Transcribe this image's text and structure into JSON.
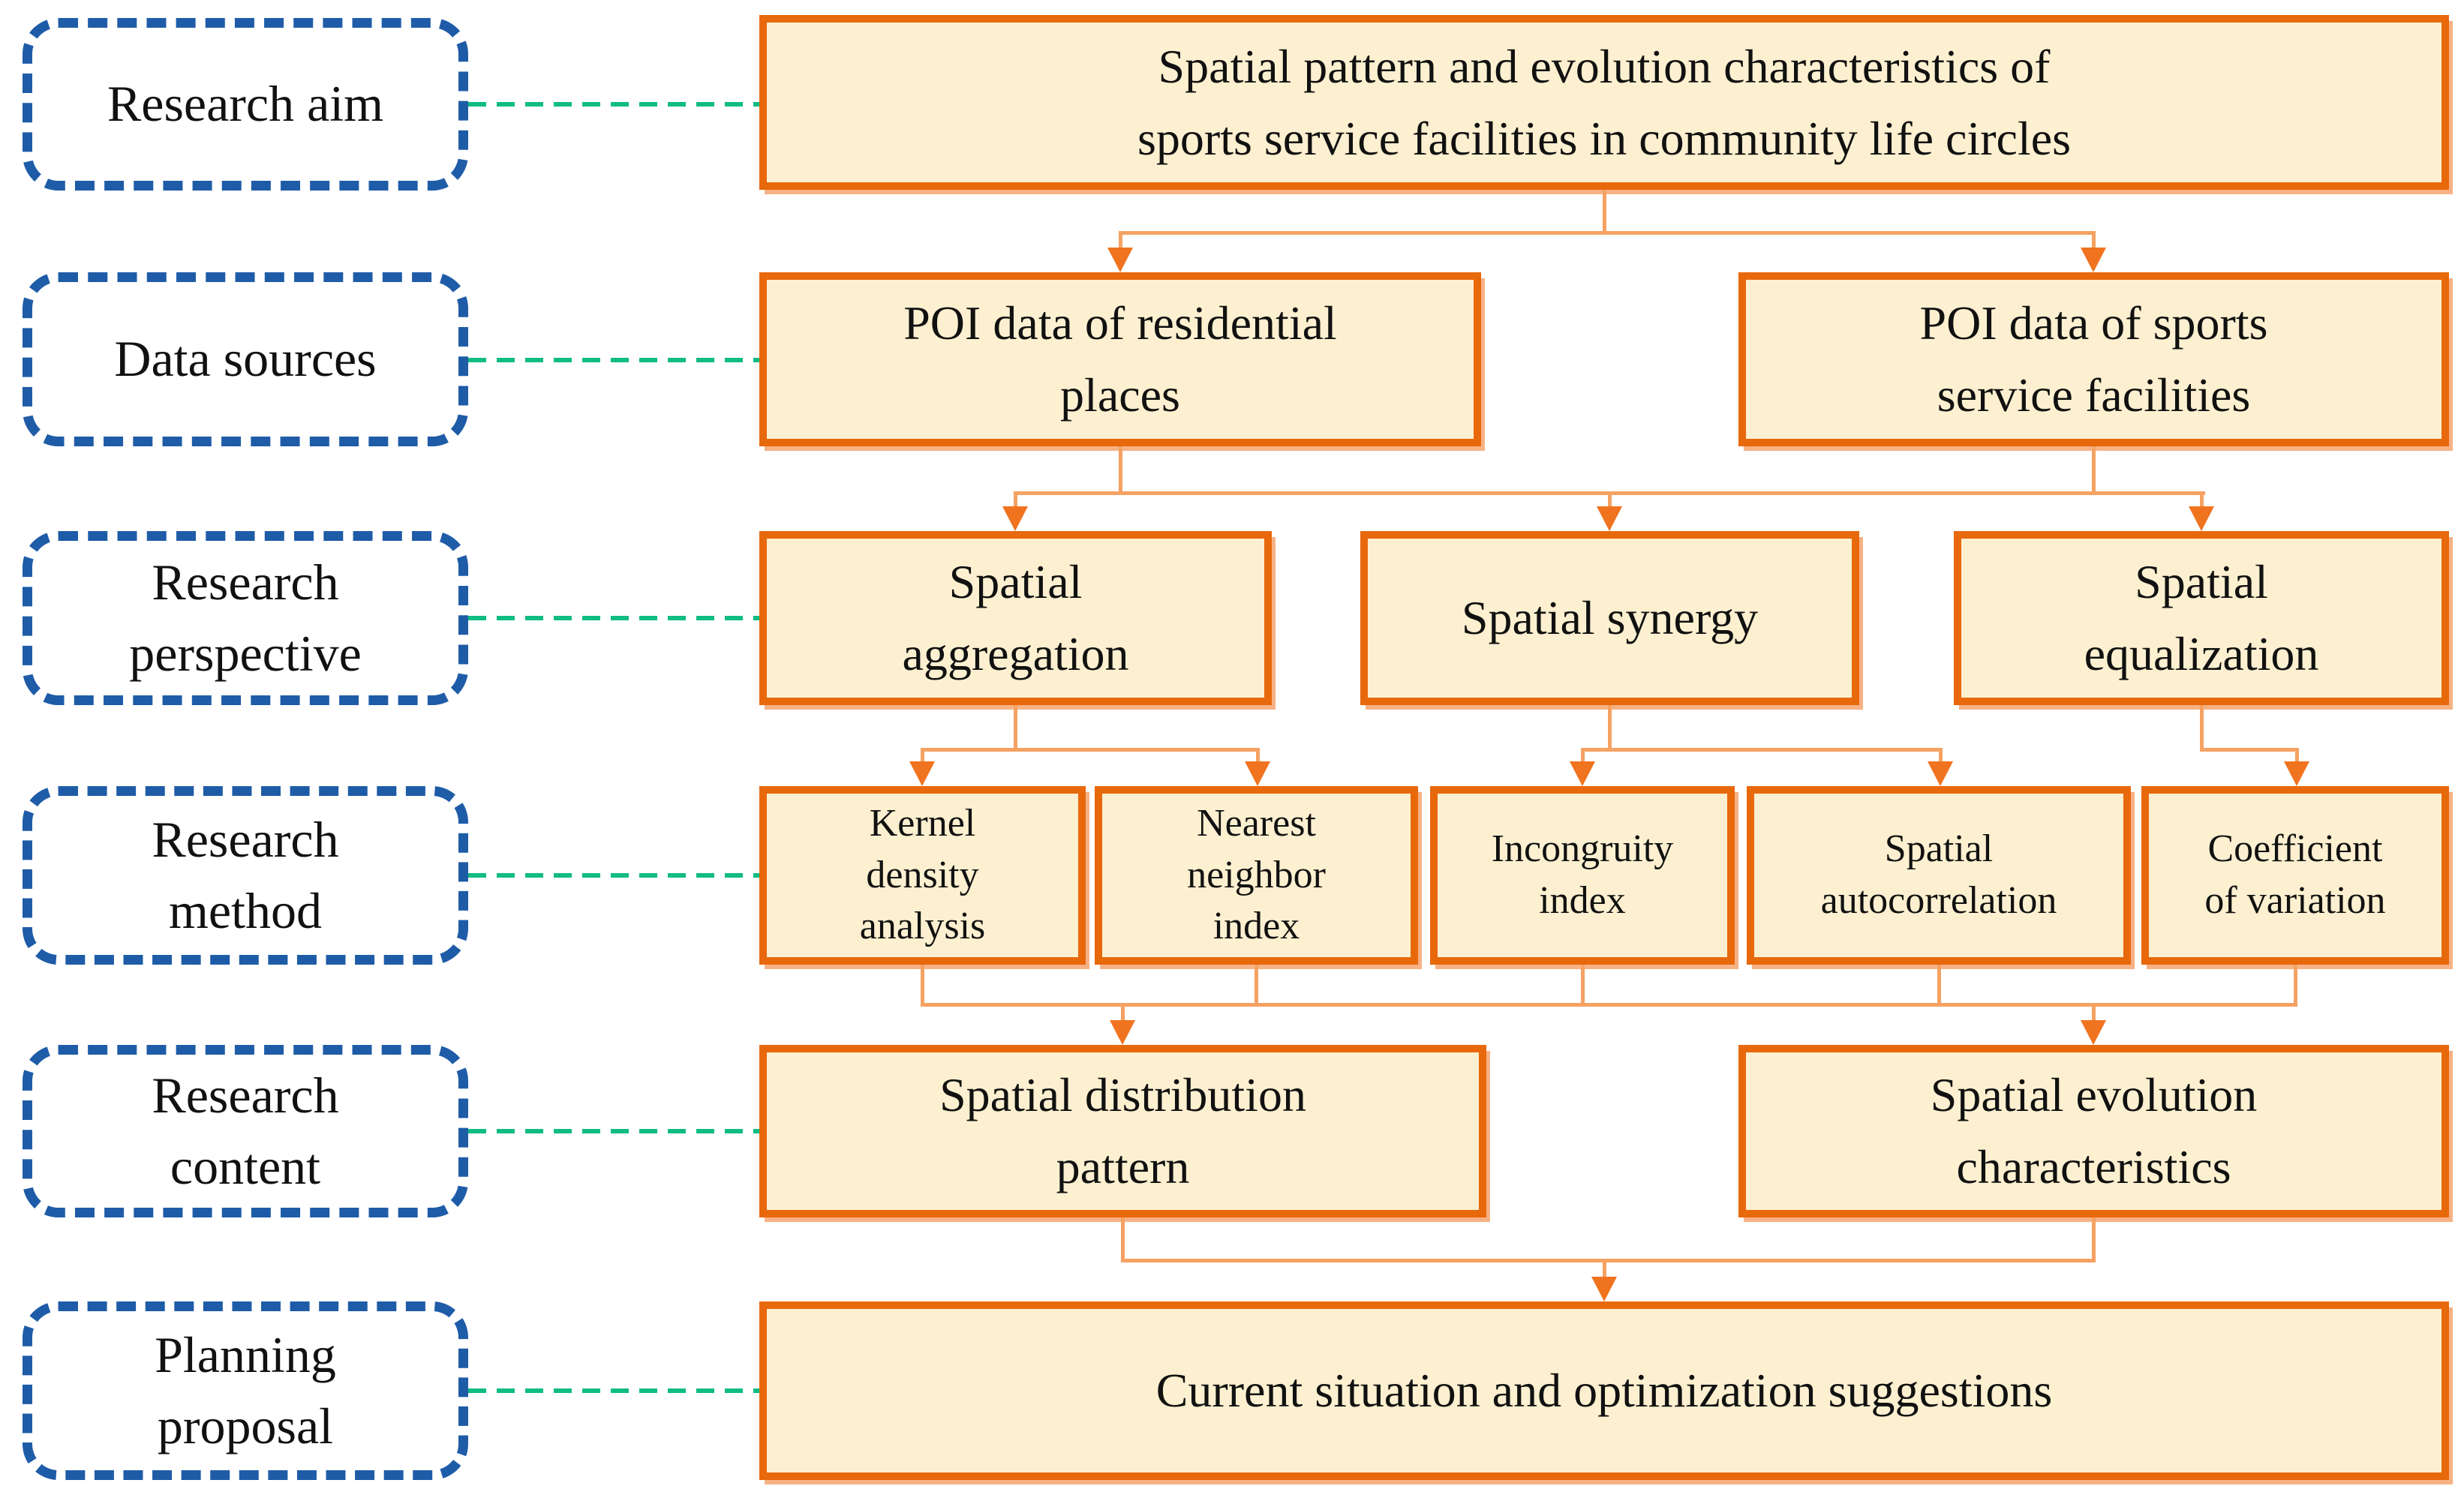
{
  "diagram_title": "Research framework flowchart",
  "colors": {
    "flow_box_border": "#E8680C",
    "flow_box_fill": "#FCF0D0",
    "flow_box_shadow": "#F6B285",
    "label_box_border": "#1F5CA8",
    "link_line_green": "#10BC82",
    "connector_line": "#F5A263",
    "arrowhead": "#F0731F",
    "text": "#111111"
  },
  "sidebar": [
    {
      "label": "Research aim"
    },
    {
      "label": "Data sources"
    },
    {
      "label": "Research\nperspective"
    },
    {
      "label": "Research\nmethod"
    },
    {
      "label": "Research\ncontent"
    },
    {
      "label": "Planning\nproposal"
    }
  ],
  "flow": {
    "aim": "Spatial pattern and evolution characteristics of\nsports service facilities in community life circles",
    "poi_residential": "POI data of residential\nplaces",
    "poi_sports": "POI data of sports\nservice facilities",
    "aggregation": "Spatial\naggregation",
    "synergy": "Spatial synergy",
    "equalization": "Spatial\nequalization",
    "kernel_density": "Kernel\ndensity\nanalysis",
    "nearest_neighbor": "Nearest\nneighbor\nindex",
    "incongruity": "Incongruity\nindex",
    "autocorrelation": "Spatial\nautocorrelation",
    "coefficient_variation": "Coefficient\nof variation",
    "distribution": "Spatial distribution\npattern",
    "evolution": "Spatial evolution\ncharacteristics",
    "proposal": "Current situation and optimization suggestions"
  }
}
